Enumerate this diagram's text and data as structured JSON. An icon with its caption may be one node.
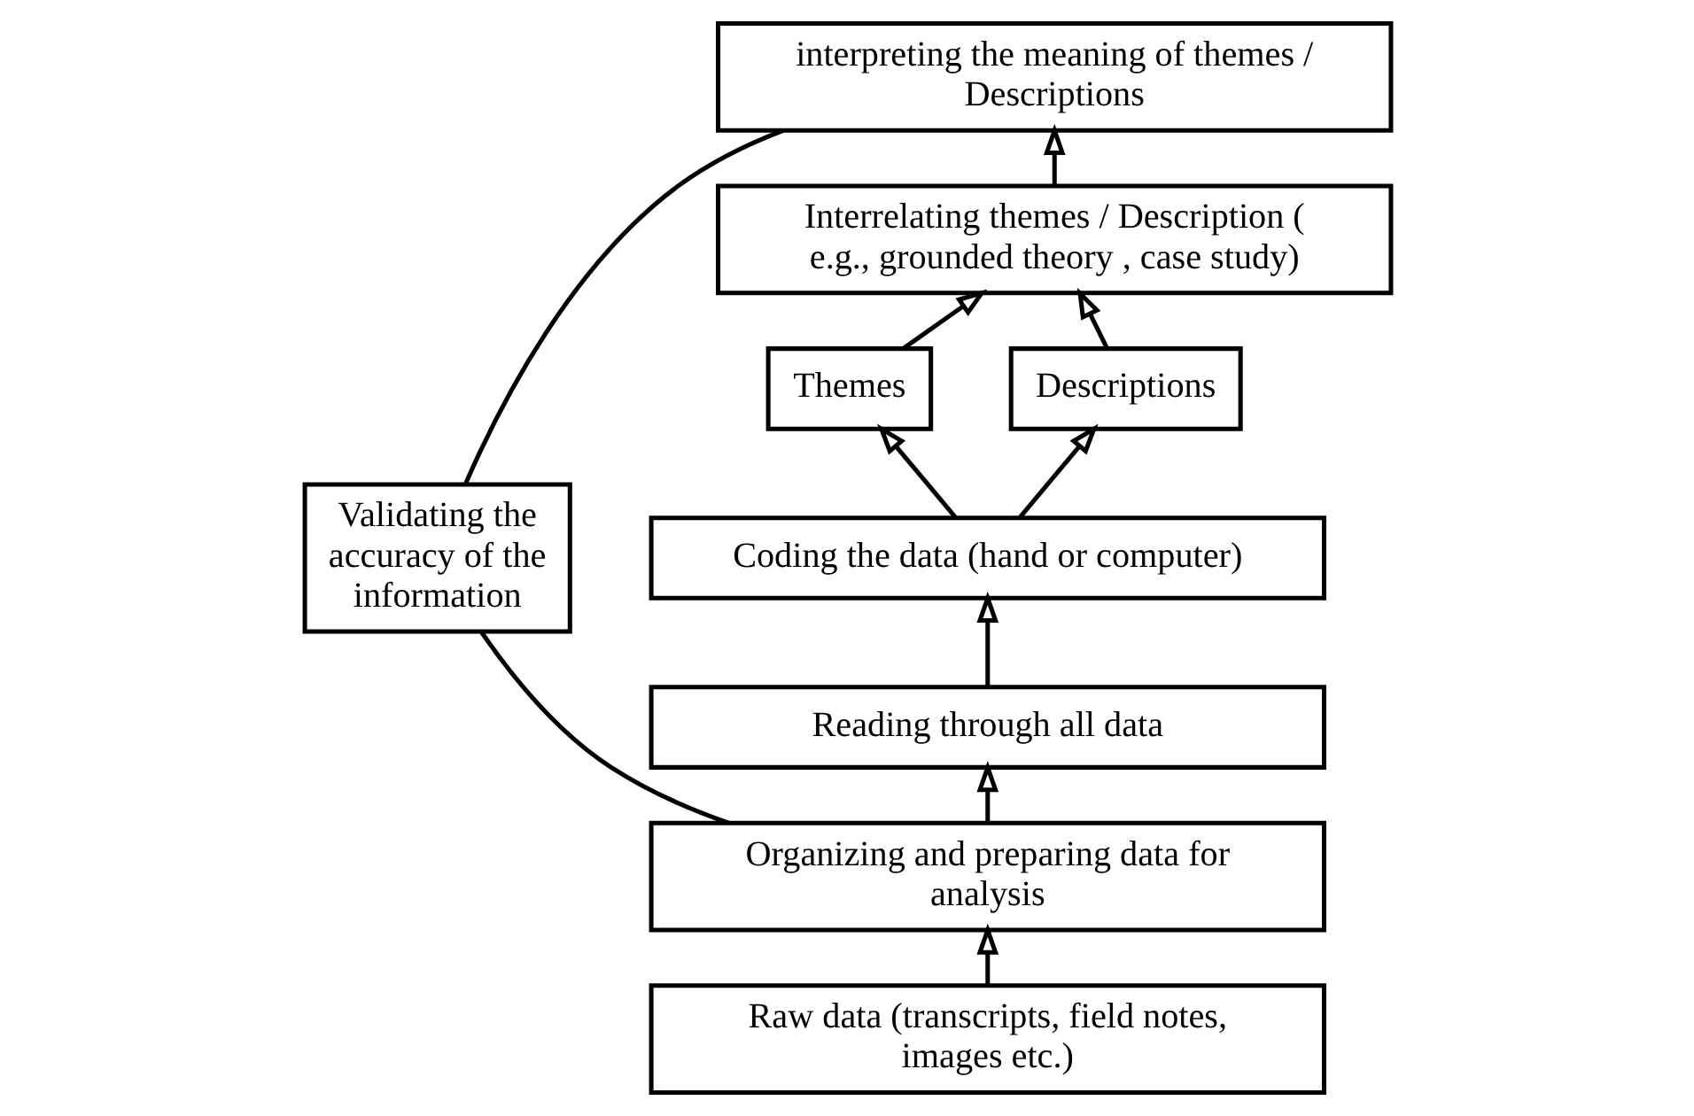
{
  "diagram": {
    "nodes": [
      {
        "text": [
          "interpreting the meaning of themes / Descriptions"
        ]
      },
      {
        "text": [
          "Interrelating themes / Description ( e.g., grounded theory , case study)"
        ]
      },
      {
        "text": [
          "Validating the accuracy of the information"
        ]
      },
      {
        "text": [
          "Themes"
        ]
      },
      {
        "text": [
          "Descriptions"
        ]
      },
      {
        "text": [
          "Coding the data (hand or computer)"
        ]
      },
      {
        "text": [
          "Reading through all data"
        ]
      },
      {
        "text": [
          "Organizing and preparing data for analysis"
        ]
      },
      {
        "text": [
          "Raw data (transcripts, field notes, images etc.)"
        ]
      }
    ],
    "edges": [
      {
        "from": 8,
        "to": 7,
        "arrow": "to"
      },
      {
        "from": 7,
        "to": 6,
        "arrow": "to"
      },
      {
        "from": 6,
        "to": 5,
        "arrow": "to"
      },
      {
        "from": 5,
        "to": 3,
        "arrow": "to"
      },
      {
        "from": 5,
        "to": 4,
        "arrow": "to"
      },
      {
        "from": 3,
        "to": 1,
        "arrow": "to"
      },
      {
        "from": 4,
        "to": 1,
        "arrow": "to"
      },
      {
        "from": 1,
        "to": 0,
        "arrow": "to"
      },
      {
        "from": 2,
        "to": 0,
        "arrow": "none"
      },
      {
        "from": 2,
        "to": 7,
        "arrow": "none"
      }
    ]
  }
}
